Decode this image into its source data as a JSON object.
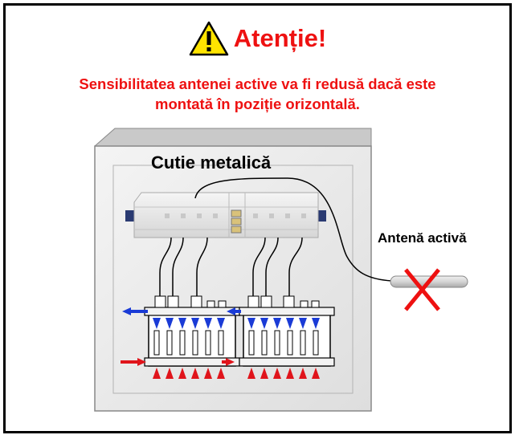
{
  "title": "Atenție!",
  "subtitle_line1": "Sensibilitatea antenei active va fi redusă dacă este",
  "subtitle_line2": "montată în poziție orizontală.",
  "box_label": "Cutie metalică",
  "antenna_label": "Antenă activă",
  "icons": [
    "warning-icon",
    "cross-mark-icon"
  ],
  "colors": {
    "title": "#ee1111",
    "cross": "#ee1111",
    "cold_arrows": "#1a3bd6",
    "hot_arrows": "#e0141b",
    "box_fill": "#ececec"
  }
}
